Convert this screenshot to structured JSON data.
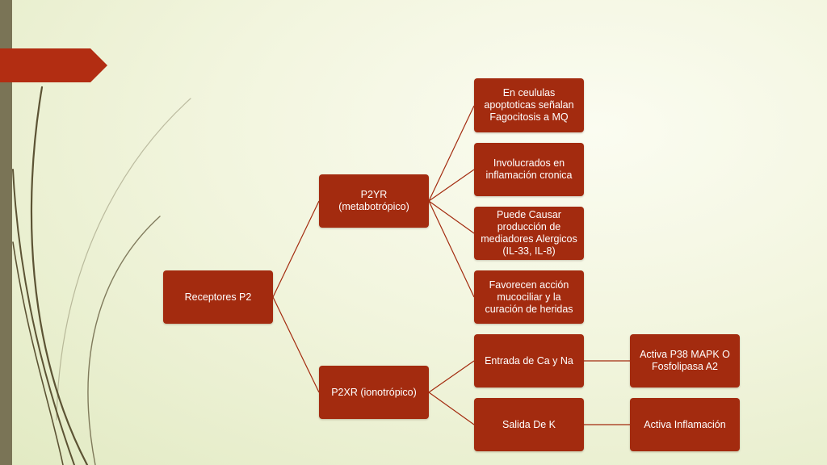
{
  "theme": {
    "node_color": "#a32b0f",
    "connector_color": "#a32b0f",
    "left_bar_color": "#7a7456",
    "title_arrow_color": "#b22d12",
    "swoosh_color": "#5c5334"
  },
  "diagram": {
    "root": "Receptores P2",
    "p2yr": {
      "label": "P2YR\n(metabotrópico)",
      "children": [
        "En ceululas apoptoticas señalan Fagocitosis a MQ",
        "Involucrados en inflamación cronica",
        "Puede Causar producción de mediadores Alergicos (IL-33, IL-8)",
        "Favorecen acción mucociliar y la curación de heridas"
      ]
    },
    "p2xr": {
      "label": "P2XR (ionotrópico)",
      "children": [
        {
          "label": "Entrada de Ca y Na",
          "effect": "Activa P38 MAPK O Fosfolipasa A2"
        },
        {
          "label": "Salida De K",
          "effect": "Activa Inflamación"
        }
      ]
    }
  }
}
